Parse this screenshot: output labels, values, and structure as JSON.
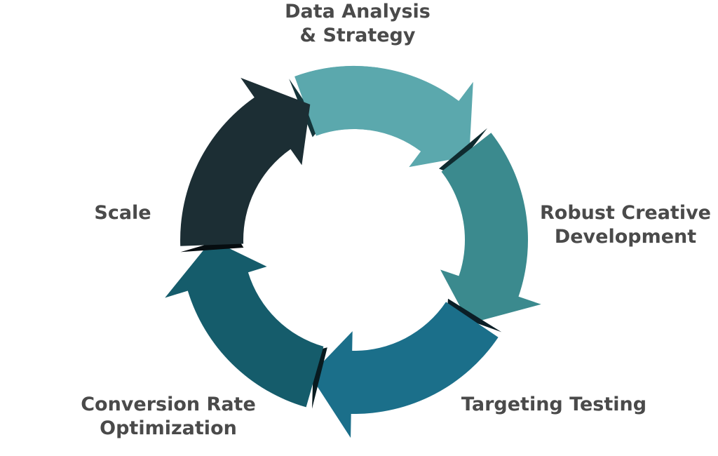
{
  "diagram": {
    "type": "cycle",
    "stages": [
      {
        "lines": [
          "Data Analysis",
          "& Strategy"
        ],
        "color": "#5ba8ad",
        "shadow": "#15353a"
      },
      {
        "lines": [
          "Robust Creative",
          "Development"
        ],
        "color": "#3b8a8e",
        "shadow": "#0f2b2f"
      },
      {
        "lines": [
          "Targeting Testing"
        ],
        "color": "#1b6f8a",
        "shadow": "#0b1e26"
      },
      {
        "lines": [
          "Conversion Rate",
          "Optimization"
        ],
        "color": "#155c6b",
        "shadow": "#081a1f"
      },
      {
        "lines": [
          "Scale"
        ],
        "color": "#1c2e34",
        "shadow": "#060d10"
      }
    ],
    "label_color": "#4a4a4a"
  }
}
